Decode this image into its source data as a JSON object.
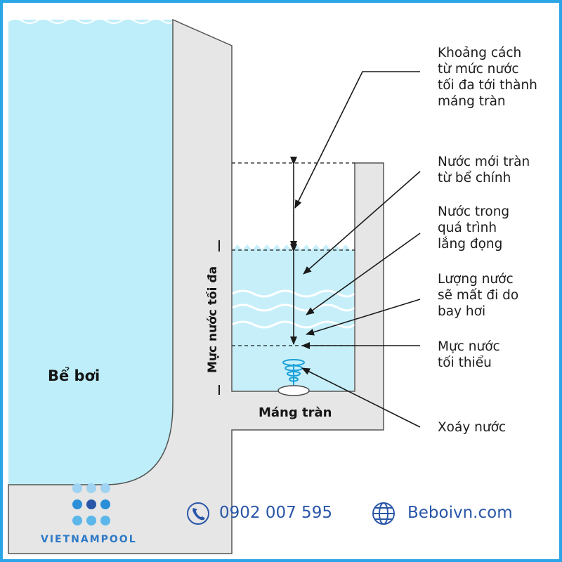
{
  "colors": {
    "water": "#bdeef9",
    "concrete": "#e6e6e6",
    "border": "#2aa6e6",
    "accent": "#2a56a8",
    "text": "#1c1c1c"
  },
  "pool": {
    "label": "Bể bơi"
  },
  "gutter": {
    "label": "Máng tràn"
  },
  "max_level": {
    "label": "Mực nước tối đa"
  },
  "annotations": [
    {
      "id": "distance",
      "text": "Khoảng cách\ntừ mức nước\ntối đa tới thành\nmáng tràn"
    },
    {
      "id": "new-water",
      "text": "Nước mới tràn\ntừ bể chính"
    },
    {
      "id": "settling",
      "text": "Nước trong\nquá trình\nlắng đọng"
    },
    {
      "id": "evaporation",
      "text": "Lượng nước\nsẽ mất đi do\nbay hơi"
    },
    {
      "id": "min-level",
      "text": "Mực nước\ntối thiểu"
    },
    {
      "id": "vortex",
      "text": "Xoáy nước"
    }
  ],
  "contact": {
    "phone": "0902 007 595",
    "phone_icon": "phone-icon",
    "website": "Beboivn.com",
    "website_icon": "globe-icon"
  },
  "brand": {
    "name": "VIETNAMPOOL",
    "logo_icon": "dots-logo-icon"
  }
}
